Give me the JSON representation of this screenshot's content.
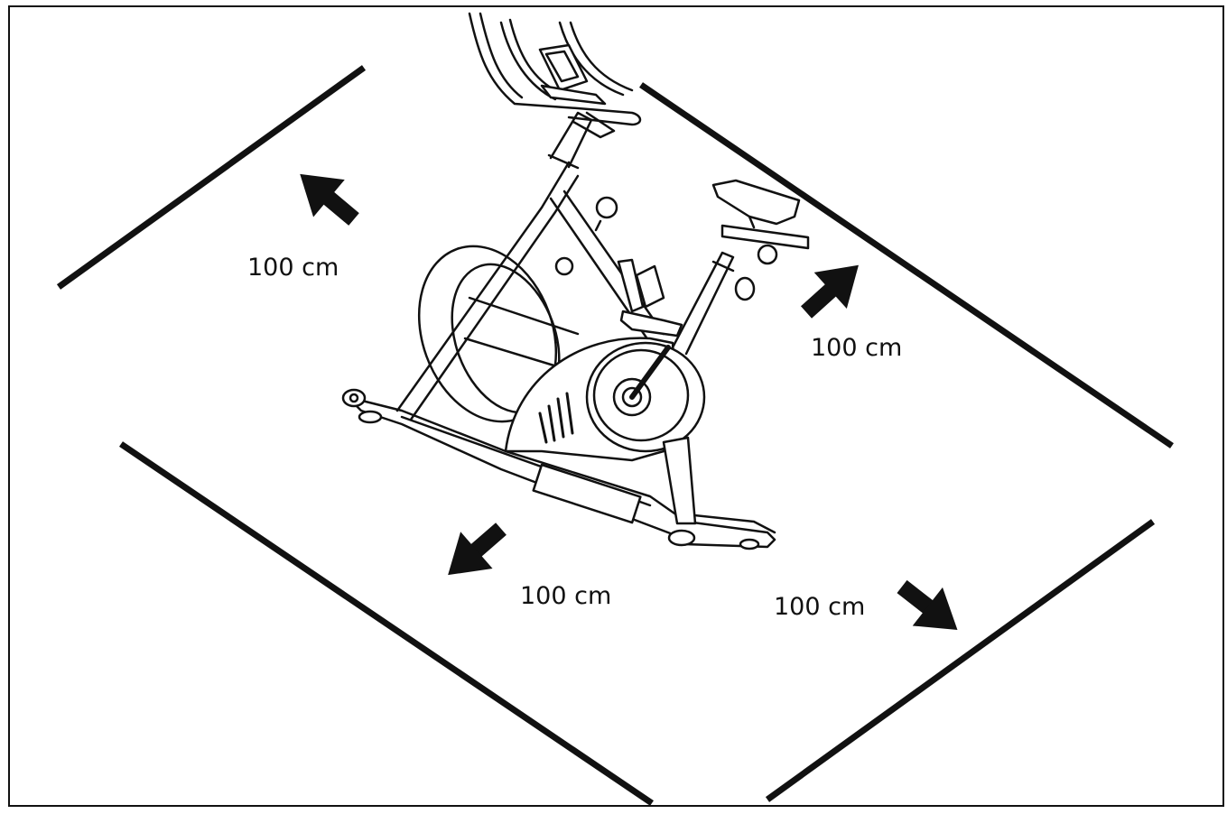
{
  "labels": {
    "upper_left": "100 cm",
    "upper_right": "100 cm",
    "lower_left": "100 cm",
    "lower_right": "100 cm"
  },
  "colors": {
    "ink": "#111111",
    "background": "#ffffff"
  }
}
